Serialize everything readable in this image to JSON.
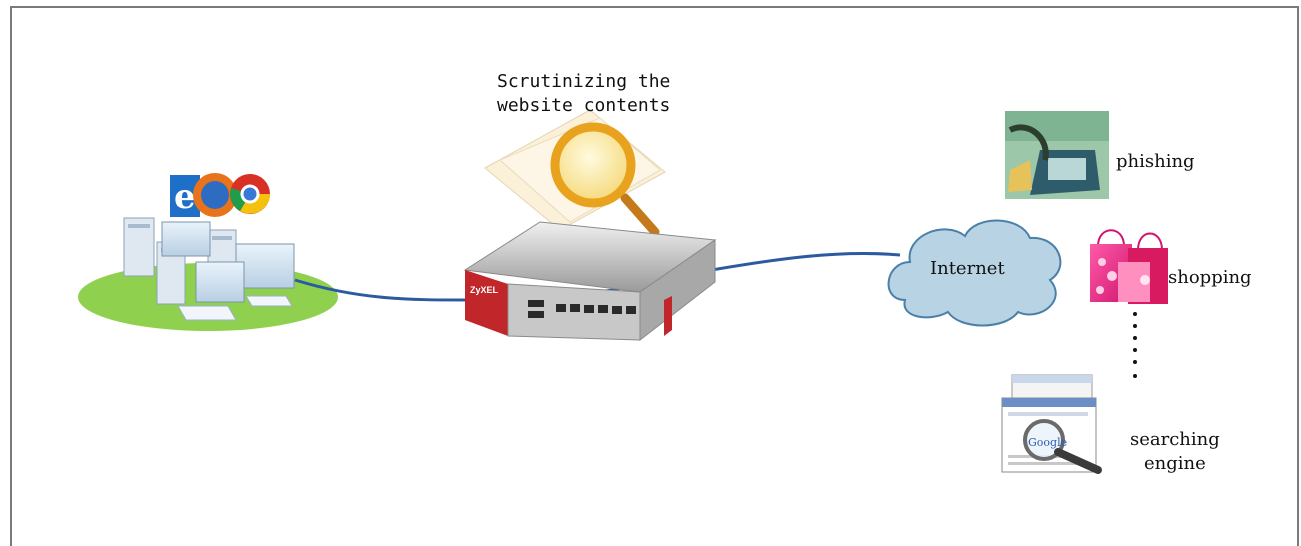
{
  "diagram": {
    "title_lines": [
      "Scrutinizing the",
      "website contents"
    ],
    "router_brand": "ZyXEL",
    "search_brand": "Google",
    "cloud_label": "Internet",
    "categories": {
      "phishing": "phishing",
      "shopping": "shopping",
      "search_lines": [
        "searching",
        "engine"
      ]
    },
    "colors": {
      "link": "#2c5aa0",
      "lan_ellipse": "#8fd14f",
      "cloud_fill": "#b8d4e4",
      "cloud_stroke": "#4a7fa8",
      "magnifier": "#e8a21e",
      "router_red": "#c0262a"
    },
    "icons": [
      "browser-logos-icon",
      "computers-icon",
      "router-icon",
      "magnifier-icon",
      "cloud-icon",
      "phishing-icon",
      "shopping-bags-icon",
      "search-engine-icon"
    ]
  }
}
